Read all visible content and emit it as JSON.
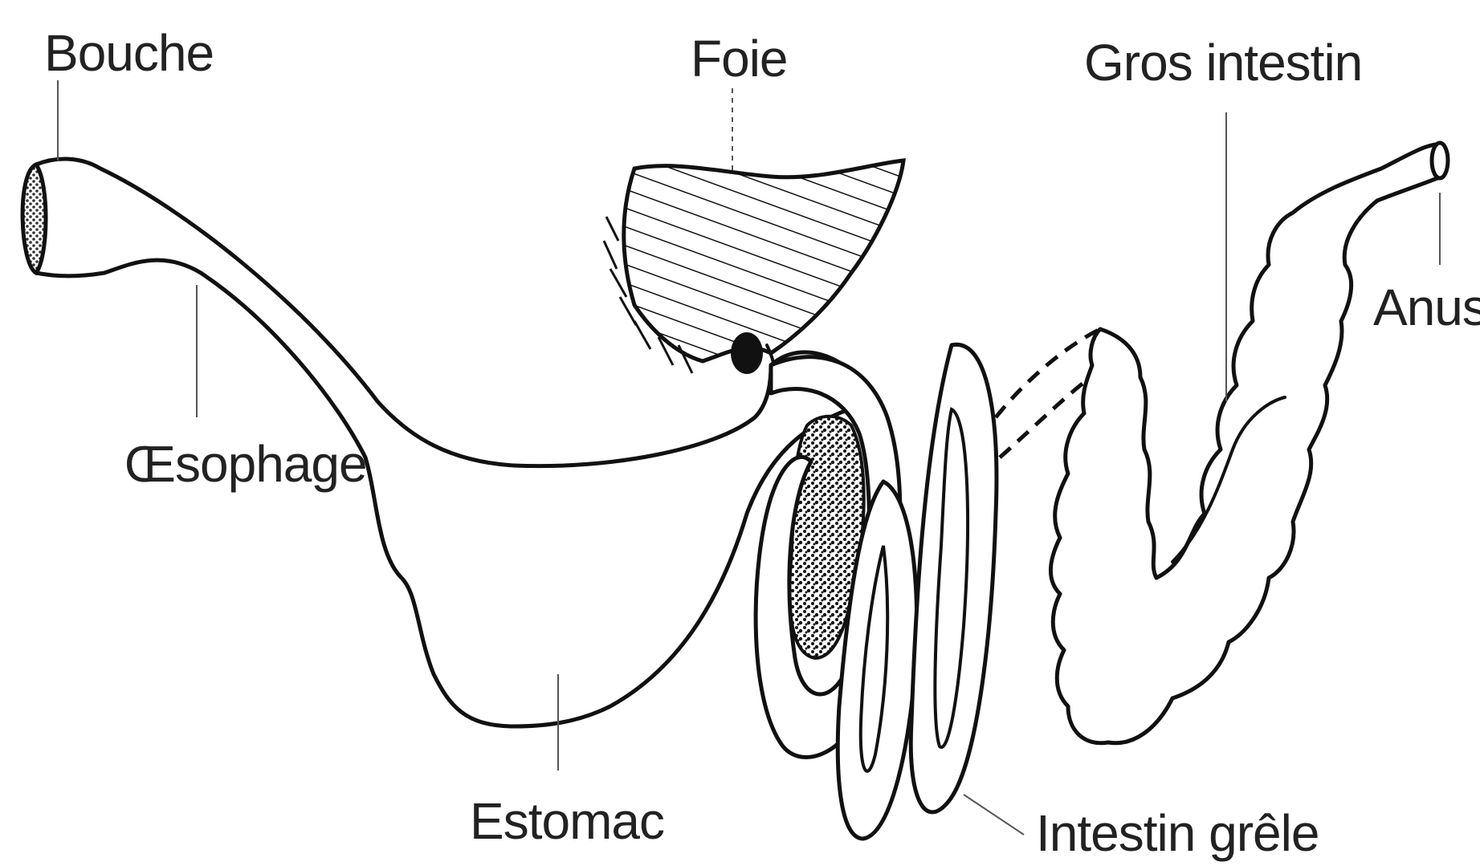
{
  "labels": {
    "bouche": "Bouche",
    "foie": "Foie",
    "gros_intestin": "Gros intestin",
    "anus": "Anus",
    "oesophage": "Œsophage",
    "estomac": "Estomac",
    "intestin_grele": "Intestin grêle"
  },
  "colors": {
    "line": "#111111",
    "text": "#222222",
    "background": "#ffffff"
  }
}
